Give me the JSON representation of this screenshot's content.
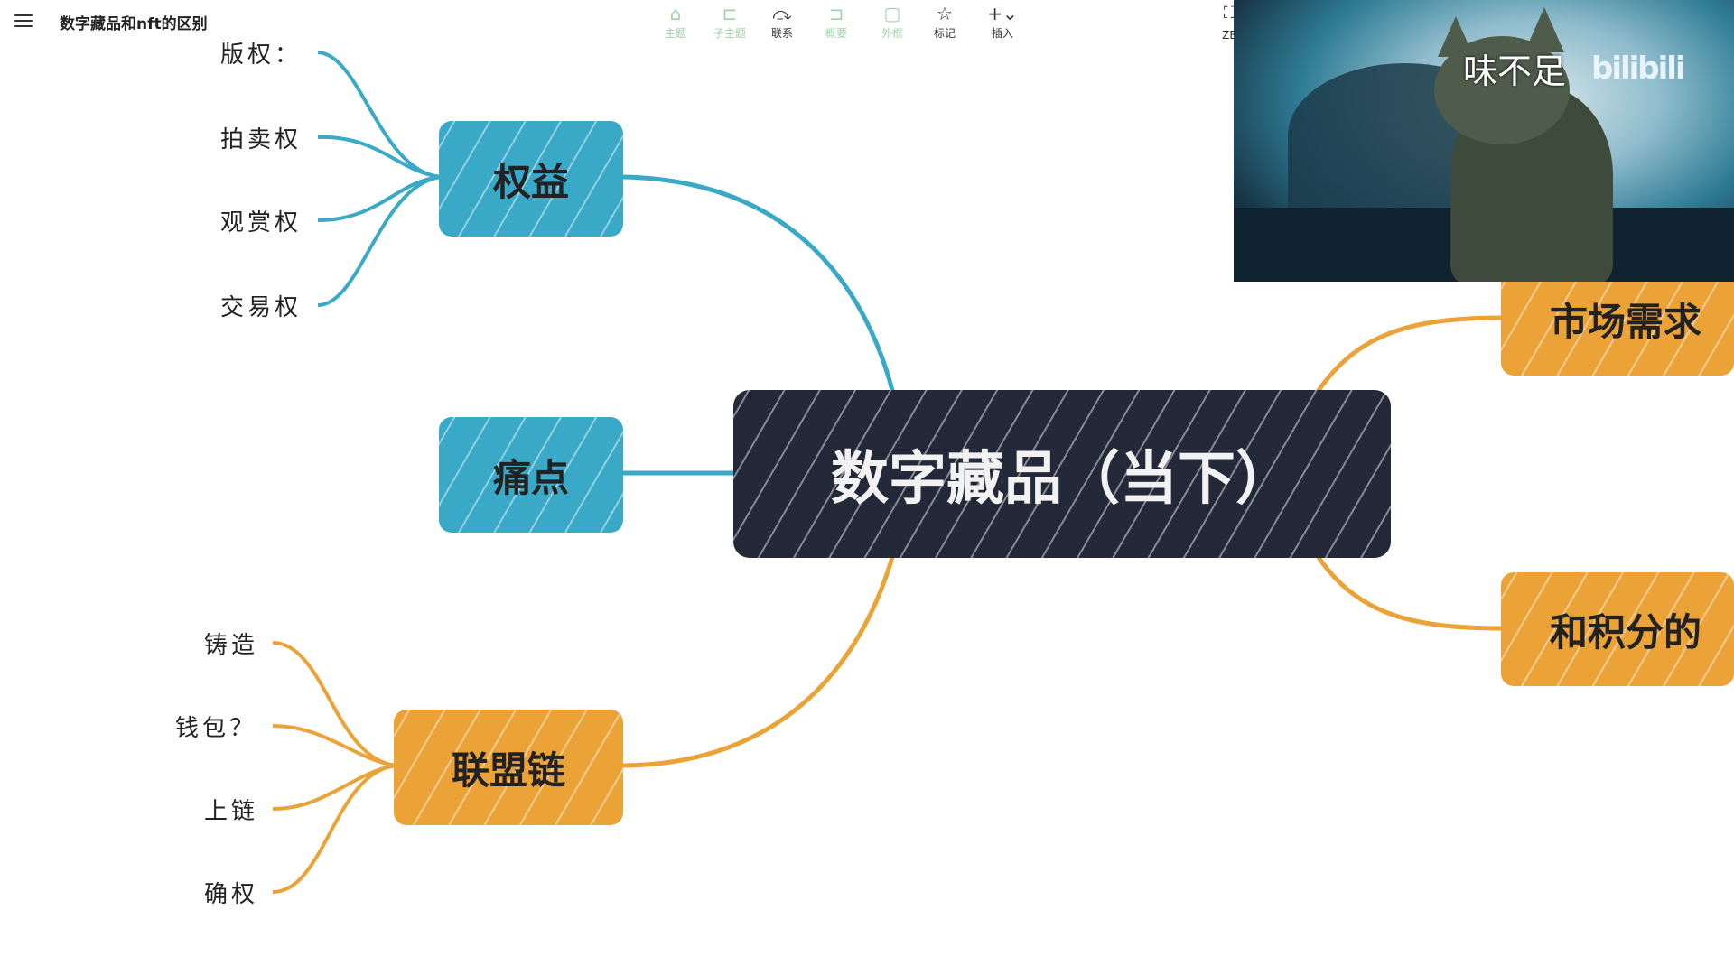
{
  "header": {
    "doc_title": "数字藏品和nft的区别",
    "tools": [
      {
        "label": "主题",
        "icon": "topic-icon",
        "glyph": "⌂",
        "enabled": false
      },
      {
        "label": "子主题",
        "icon": "subtopic-icon",
        "glyph": "⊏",
        "enabled": false
      },
      {
        "label": "联系",
        "icon": "relation-icon",
        "glyph": "⤼",
        "enabled": true
      },
      {
        "label": "概要",
        "icon": "summary-icon",
        "glyph": "⊐",
        "enabled": false
      },
      {
        "label": "外框",
        "icon": "boundary-icon",
        "glyph": "▢",
        "enabled": false
      },
      {
        "label": "标记",
        "icon": "marker-icon",
        "glyph": "☆",
        "enabled": true
      },
      {
        "label": "插入",
        "icon": "insert-icon",
        "glyph": "+⌄",
        "enabled": true
      }
    ],
    "zen_label": "ZE"
  },
  "mindmap": {
    "center": "数字藏品（当下）",
    "rights": {
      "label": "权益",
      "children": [
        "版权：",
        "拍卖权",
        "观赏权",
        "交易权"
      ]
    },
    "pain": {
      "label": "痛点"
    },
    "chain": {
      "label": "联盟链",
      "children": [
        "铸造",
        "钱包？",
        "上链",
        "确权"
      ]
    },
    "market": {
      "label": "市场需求"
    },
    "points": {
      "label": "和积分的"
    }
  },
  "colors": {
    "blue": "#3aa9c8",
    "orange": "#eba338",
    "dark": "#24293a"
  },
  "video_overlay": {
    "caption": "味不足",
    "caption2": "bilibili"
  }
}
